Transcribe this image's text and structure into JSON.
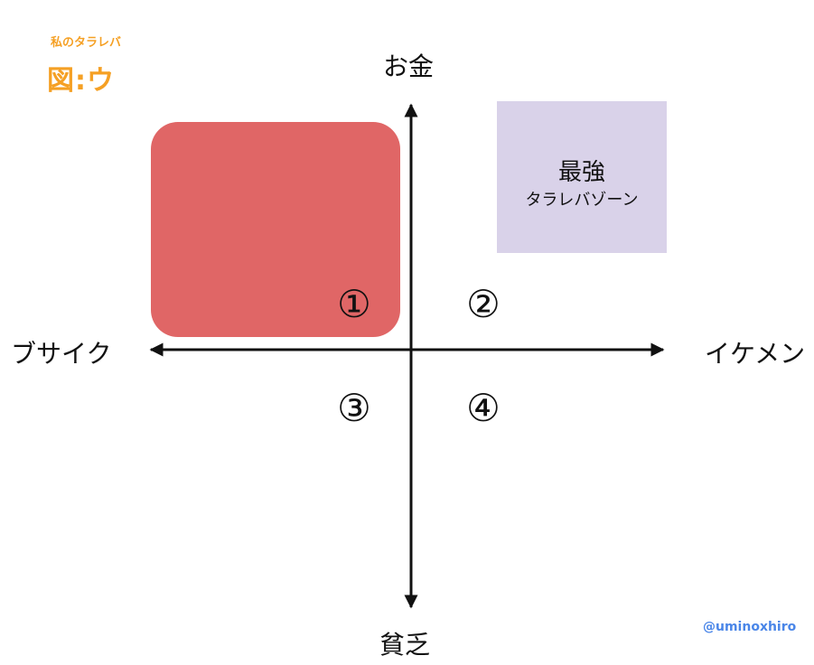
{
  "header": {
    "subtitle": "私のタラレバ",
    "figure_title": "図:ウ"
  },
  "axes": {
    "top": "お金",
    "bottom": "貧乏",
    "left": "ブサイク",
    "right": "イケメン"
  },
  "quadrants": {
    "q1": "①",
    "q2": "②",
    "q3": "③",
    "q4": "④"
  },
  "best_zone": {
    "title": "最強",
    "subtitle": "タラレバゾーン"
  },
  "watermark": "@uminoxhiro",
  "colors": {
    "accent_orange": "#F5A024",
    "red_zone": "#E06666",
    "best_zone": "#D9D2E9",
    "axis": "#111111",
    "watermark": "#4A86E8"
  }
}
